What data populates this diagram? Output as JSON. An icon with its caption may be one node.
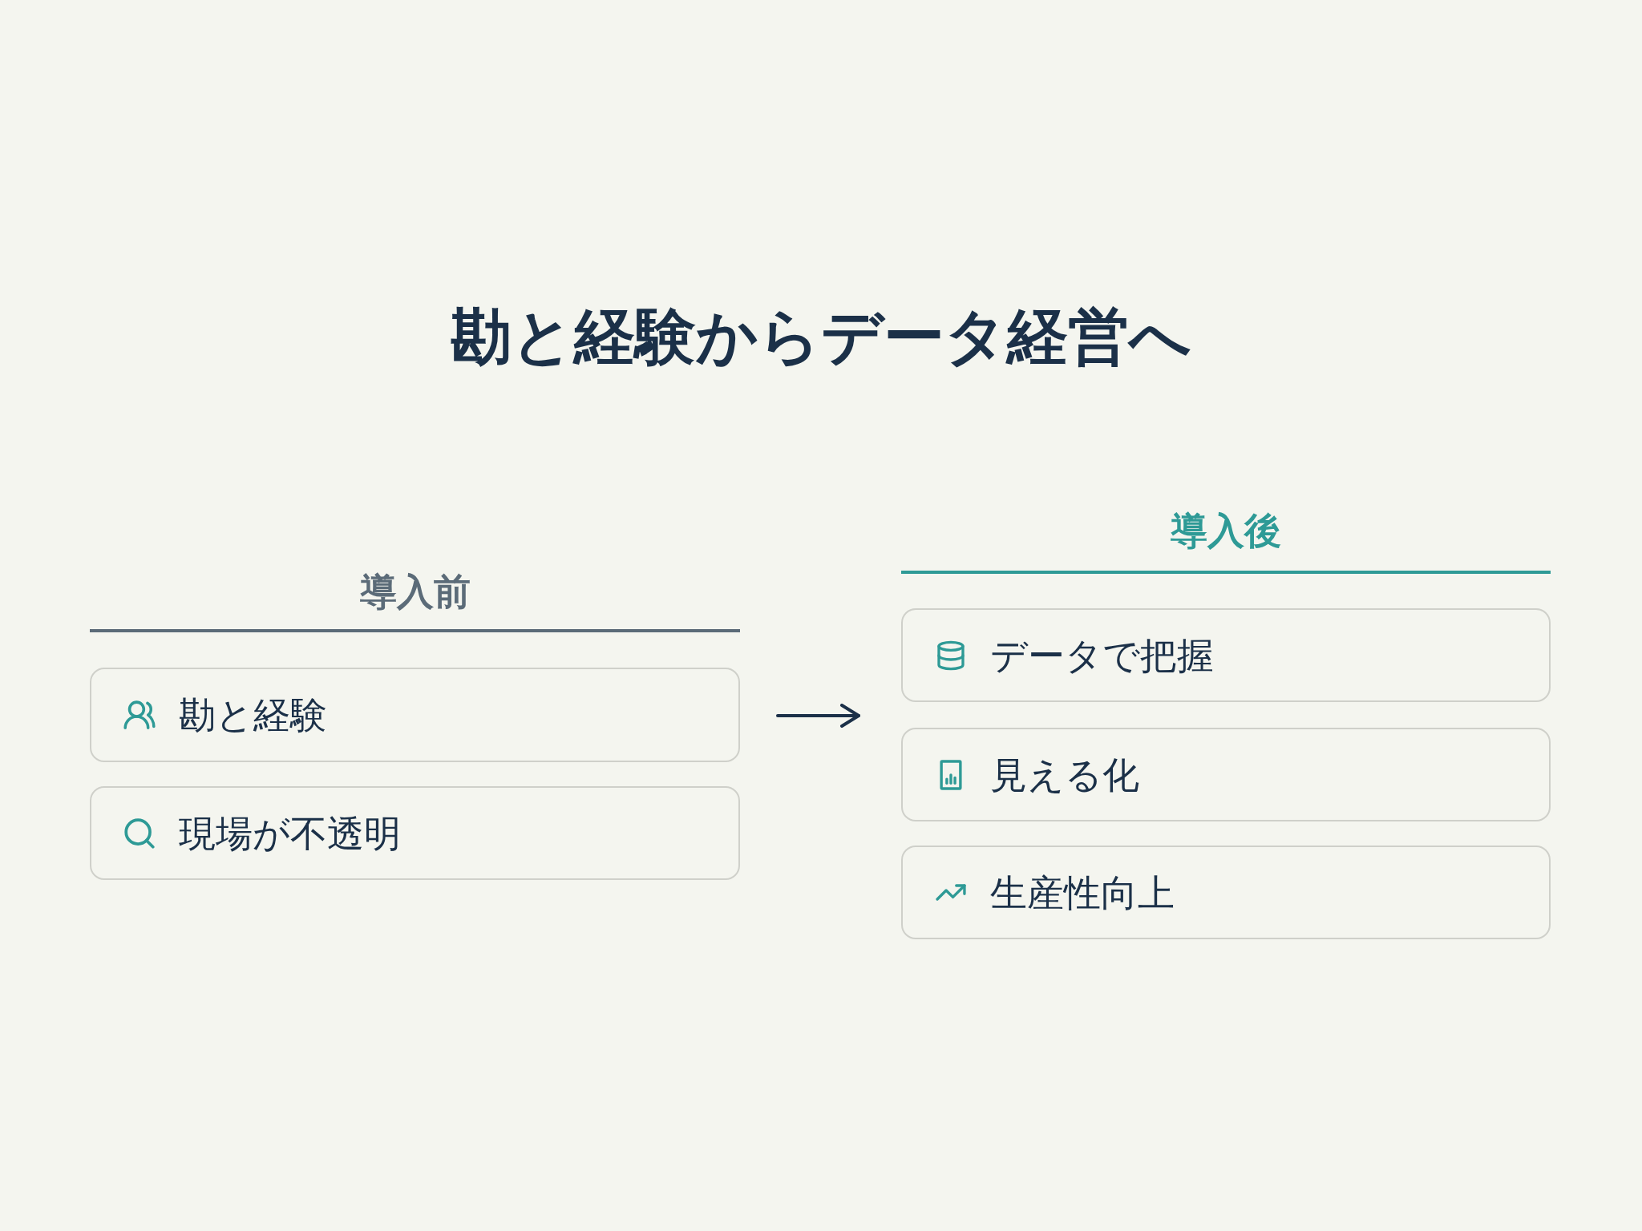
{
  "diagram": {
    "title": "勘と経験からデータ経営へ",
    "nodes": [
      {
        "text": [
          "導入前"
        ]
      },
      {
        "text": [
          "勘と経験"
        ],
        "in": 0
      },
      {
        "text": [
          "現場が不透明"
        ],
        "in": 0
      },
      {
        "text": [
          "導入後"
        ]
      },
      {
        "text": [
          "データで把握"
        ],
        "in": 3
      },
      {
        "text": [
          "見える化"
        ],
        "in": 3
      },
      {
        "text": [
          "生産性向上"
        ],
        "in": 3
      }
    ],
    "edges": [
      {
        "from": 0,
        "to": 3,
        "arrow": "to"
      }
    ]
  }
}
